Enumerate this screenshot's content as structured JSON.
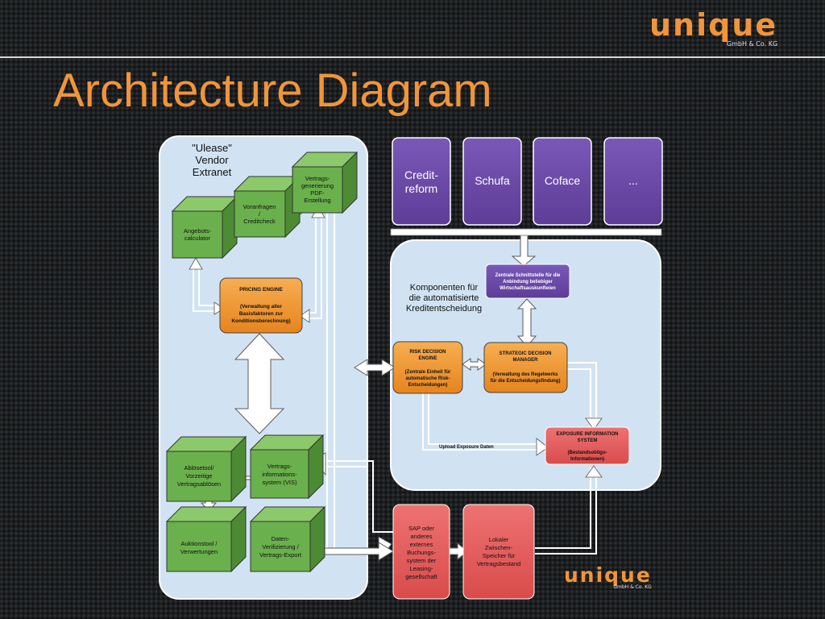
{
  "logo": {
    "word": "unique",
    "subtitle": "GmbH & Co. KG"
  },
  "logo_bottom": {
    "word": "unique",
    "subtitle": "GmbH & Co. KG"
  },
  "slide": {
    "title": "Architecture Diagram"
  },
  "colors": {
    "accent": "#f0953a",
    "panel": "#d1e3f3",
    "cube_green": "#6ab04c",
    "engine_orange": "#f0962c",
    "bureau_purple": "#6b4aa6",
    "sap_red": "#e25c5c"
  },
  "diagram": {
    "left_panel": {
      "lines": [
        "\"Ulease\"",
        "Vendor",
        "Extranet"
      ]
    },
    "cubes": {
      "angebot": [
        "Angebots-",
        "calculator"
      ],
      "voranfragen": [
        "Voranfragen",
        "/",
        "Creditcheck"
      ],
      "vertrags_gen": [
        "Vertrags-",
        "generierung",
        "PDF-",
        "Erstellung"
      ],
      "abloese": [
        "Ablösetool/",
        "Vorzeitige",
        "Vertragsablösen"
      ],
      "vis": [
        "Vertrags-",
        "informations-",
        "system (VIS)"
      ],
      "auktion": [
        "Auktionstool /",
        "Verwertungen"
      ],
      "daten": [
        "Daten-",
        "Verifizierung /",
        "Vertrags-Export"
      ]
    },
    "pricing_engine": {
      "title": "PRICING ENGINE",
      "desc": [
        "(Verwaltung aller",
        "Basisfaktoren zur",
        "Konditionsberechnung)"
      ]
    },
    "bureaus": [
      {
        "lines": [
          "Credit-",
          "reform"
        ]
      },
      {
        "lines": [
          "Schufa"
        ]
      },
      {
        "lines": [
          "Coface"
        ]
      },
      {
        "lines": [
          "..."
        ]
      }
    ],
    "right_panel": {
      "lines": [
        "Komponenten für",
        "die automatisierte",
        "Kreditentscheidung"
      ]
    },
    "zentrale": {
      "lines": [
        "Zentrale Schnittstelle für die",
        "Anbindung beliebiger",
        "Wirtschaftsauskunfteien"
      ]
    },
    "risk_engine": {
      "title": [
        "RISK DECISION",
        "ENGINE"
      ],
      "desc": [
        "(Zentrale Einheit für",
        "automatische Risk-",
        "Entscheidungen)"
      ]
    },
    "strategic_manager": {
      "title": [
        "STRATEGIC DECISION",
        "MANAGER"
      ],
      "desc": [
        "(Verwaltung des Regelwerks",
        "für die Entscheidungsfindung)"
      ]
    },
    "exposure": {
      "title": [
        "EXPOSURE INFORMATION",
        "SYSTEM"
      ],
      "desc": [
        "(Bestandsobligo-",
        "Informationen)"
      ]
    },
    "upload_label": "Upload Exposure Daten",
    "sap": {
      "lines": [
        "SAP oder",
        "anderes",
        "externes",
        "Buchungs-",
        "system der",
        "Leasing-",
        "gesellschaft"
      ]
    },
    "lokaler": {
      "lines": [
        "Lokaler",
        "Zwischen-",
        "Speicher für",
        "Vertragsbestand"
      ]
    }
  }
}
